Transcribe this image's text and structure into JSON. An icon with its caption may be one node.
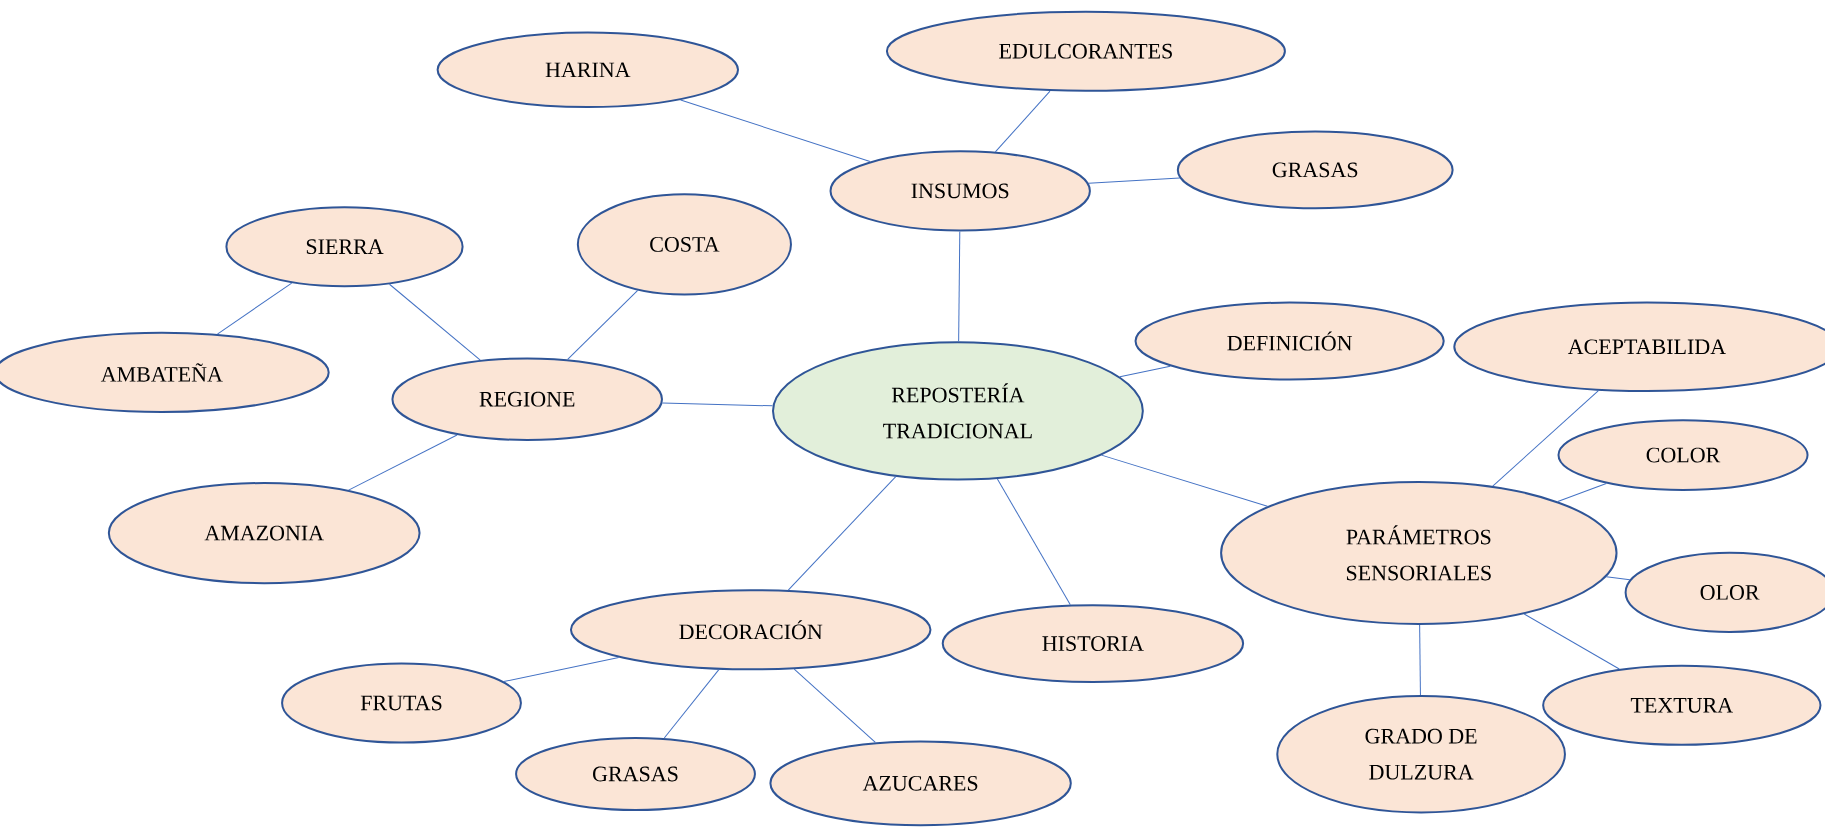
{
  "diagram": {
    "nodes": [
      {
        "text": [
          "HARINA"
        ]
      },
      {
        "text": [
          "EDULCORANTES"
        ]
      },
      {
        "text": [
          "INSUMOS"
        ]
      },
      {
        "text": [
          "GRASAS"
        ]
      },
      {
        "text": [
          "SIERRA"
        ]
      },
      {
        "text": [
          "COSTA"
        ]
      },
      {
        "text": [
          "AMBATEÑA"
        ]
      },
      {
        "text": [
          "REGIONE"
        ]
      },
      {
        "text": [
          "REPOSTERÍA TRADICIONAL"
        ]
      },
      {
        "text": [
          "DEFINICIÓN"
        ]
      },
      {
        "text": [
          "ACEPTABILIDA"
        ]
      },
      {
        "text": [
          "COLOR"
        ]
      },
      {
        "text": [
          "AMAZONIA"
        ]
      },
      {
        "text": [
          "PARÁMETROS SENSORIALES"
        ]
      },
      {
        "text": [
          "OLOR"
        ]
      },
      {
        "text": [
          "DECORACIÓN"
        ]
      },
      {
        "text": [
          "HISTORIA"
        ]
      },
      {
        "text": [
          "FRUTAS"
        ]
      },
      {
        "text": [
          "TEXTURA"
        ]
      },
      {
        "text": [
          "GRADO DE DULZURA"
        ]
      },
      {
        "text": [
          "GRASAS"
        ]
      },
      {
        "text": [
          "AZUCARES"
        ]
      }
    ],
    "edges": [
      {
        "from": 2,
        "to": 0,
        "arrow": "none"
      },
      {
        "from": 2,
        "to": 1,
        "arrow": "none"
      },
      {
        "from": 2,
        "to": 3,
        "arrow": "none"
      },
      {
        "from": 8,
        "to": 2,
        "arrow": "none"
      },
      {
        "from": 7,
        "to": 4,
        "arrow": "none"
      },
      {
        "from": 4,
        "to": 6,
        "arrow": "none"
      },
      {
        "from": 7,
        "to": 5,
        "arrow": "none"
      },
      {
        "from": 8,
        "to": 7,
        "arrow": "none"
      },
      {
        "from": 7,
        "to": 12,
        "arrow": "none"
      },
      {
        "from": 8,
        "to": 9,
        "arrow": "none"
      },
      {
        "from": 8,
        "to": 15,
        "arrow": "none"
      },
      {
        "from": 8,
        "to": 16,
        "arrow": "none"
      },
      {
        "from": 8,
        "to": 13,
        "arrow": "none"
      },
      {
        "from": 13,
        "to": 10,
        "arrow": "none"
      },
      {
        "from": 13,
        "to": 11,
        "arrow": "none"
      },
      {
        "from": 13,
        "to": 14,
        "arrow": "none"
      },
      {
        "from": 13,
        "to": 18,
        "arrow": "none"
      },
      {
        "from": 13,
        "to": 19,
        "arrow": "none"
      },
      {
        "from": 15,
        "to": 17,
        "arrow": "none"
      },
      {
        "from": 15,
        "to": 20,
        "arrow": "none"
      },
      {
        "from": 15,
        "to": 21,
        "arrow": "none"
      }
    ]
  }
}
